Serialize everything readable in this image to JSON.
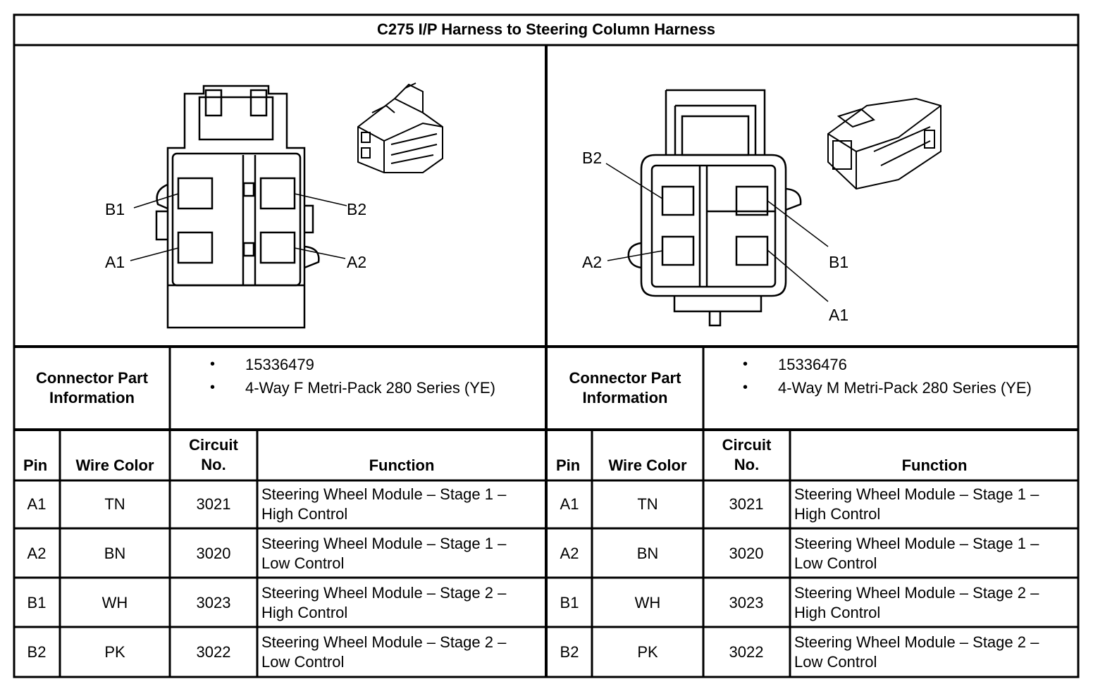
{
  "title": "C275 I/P Harness to Steering Column Harness",
  "pin_labels": {
    "left": {
      "b1": "B1",
      "b2": "B2",
      "a1": "A1",
      "a2": "A2"
    },
    "right": {
      "b2": "B2",
      "a2": "A2",
      "b1": "B1",
      "a1": "A1"
    }
  },
  "connectors": [
    {
      "info_label": "Connector Part Information",
      "info_items": [
        "15336479",
        "4-Way F Metri-Pack 280 Series (YE)"
      ],
      "headers": {
        "pin": "Pin",
        "wire": "Wire Color",
        "circuit": "Circuit No.",
        "function": "Function"
      },
      "rows": [
        {
          "pin": "A1",
          "wire": "TN",
          "circuit": "3021",
          "function_l1": "Steering Wheel Module – Stage 1 –",
          "function_l2": "High Control"
        },
        {
          "pin": "A2",
          "wire": "BN",
          "circuit": "3020",
          "function_l1": "Steering Wheel Module – Stage 1 –",
          "function_l2": "Low Control"
        },
        {
          "pin": "B1",
          "wire": "WH",
          "circuit": "3023",
          "function_l1": "Steering Wheel Module – Stage 2 –",
          "function_l2": "High Control"
        },
        {
          "pin": "B2",
          "wire": "PK",
          "circuit": "3022",
          "function_l1": "Steering Wheel Module – Stage 2 –",
          "function_l2": "Low Control"
        }
      ]
    },
    {
      "info_label": "Connector Part Information",
      "info_items": [
        "15336476",
        "4-Way M Metri-Pack 280 Series (YE)"
      ],
      "headers": {
        "pin": "Pin",
        "wire": "Wire Color",
        "circuit": "Circuit No.",
        "function": "Function"
      },
      "rows": [
        {
          "pin": "A1",
          "wire": "TN",
          "circuit": "3021",
          "function_l1": "Steering Wheel Module – Stage 1 –",
          "function_l2": "High Control"
        },
        {
          "pin": "A2",
          "wire": "BN",
          "circuit": "3020",
          "function_l1": "Steering Wheel Module – Stage 1 –",
          "function_l2": "Low Control"
        },
        {
          "pin": "B1",
          "wire": "WH",
          "circuit": "3023",
          "function_l1": "Steering Wheel Module – Stage 2 –",
          "function_l2": "High Control"
        },
        {
          "pin": "B2",
          "wire": "PK",
          "circuit": "3022",
          "function_l1": "Steering Wheel Module – Stage 2 –",
          "function_l2": "Low Control"
        }
      ]
    }
  ]
}
